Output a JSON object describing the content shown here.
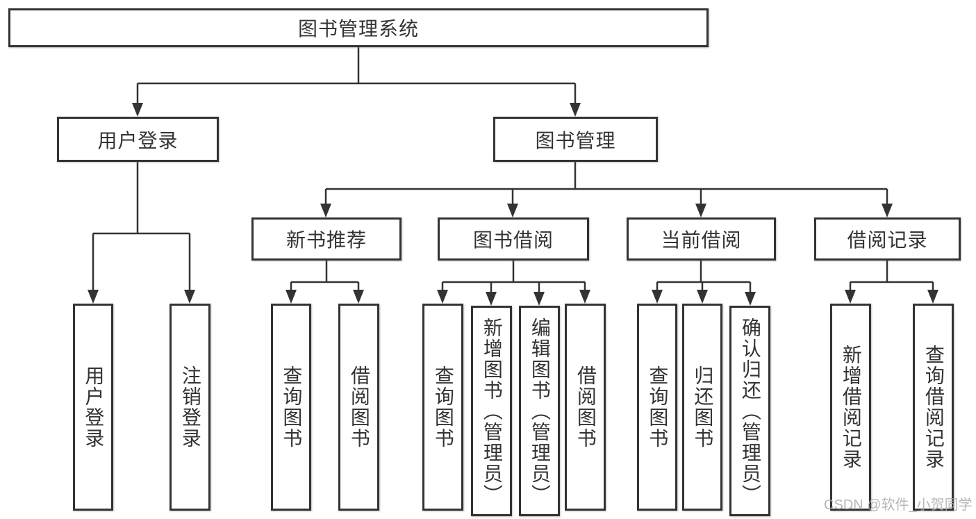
{
  "watermark": "CSDN @软件_小贺同学",
  "colors": {
    "line": "#333333",
    "box_border": "#333333",
    "box_bg": "#ffffff",
    "text": "#333333",
    "watermark": "#aaaaaa",
    "background": "#ffffff"
  },
  "tree": {
    "root": {
      "label": "图书管理系统"
    },
    "branches": [
      {
        "label": "用户登录",
        "children": [
          {
            "label": "用户登录"
          },
          {
            "label": "注销登录"
          }
        ]
      },
      {
        "label": "图书管理",
        "children": [
          {
            "label": "新书推荐",
            "children": [
              {
                "label": "查询图书"
              },
              {
                "label": "借阅图书"
              }
            ]
          },
          {
            "label": "图书借阅",
            "children": [
              {
                "label": "查询图书"
              },
              {
                "label": "新增图书（管理员）"
              },
              {
                "label": "编辑图书（管理员）"
              },
              {
                "label": "借阅图书"
              }
            ]
          },
          {
            "label": "当前借阅",
            "children": [
              {
                "label": "查询图书"
              },
              {
                "label": "归还图书"
              },
              {
                "label": "确认归还（管理员）"
              }
            ]
          },
          {
            "label": "借阅记录",
            "children": [
              {
                "label": "新增借阅记录"
              },
              {
                "label": "查询借阅记录"
              }
            ]
          }
        ]
      }
    ]
  }
}
